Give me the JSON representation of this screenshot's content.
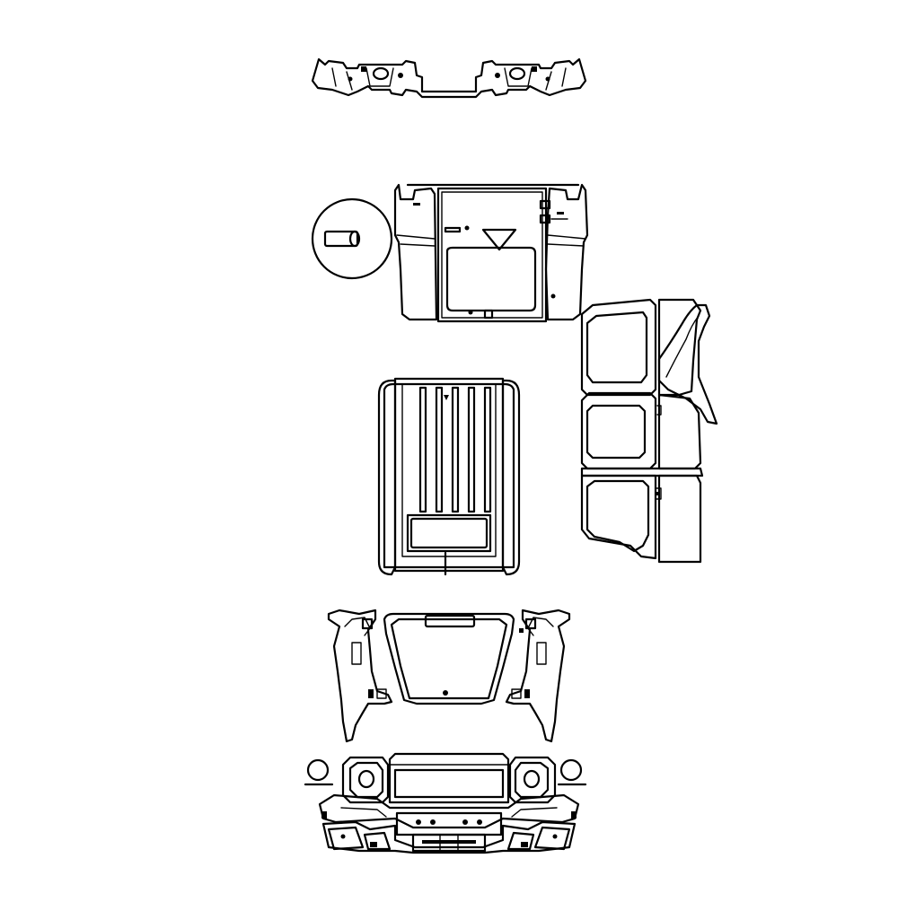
{
  "drawing": {
    "background": "#ffffff",
    "line_color": "#000000",
    "parts": [
      {
        "id": "rear-bumper-panel",
        "icon": "bumper-outline"
      },
      {
        "id": "detail-callout",
        "icon": "magnifier-circle"
      },
      {
        "id": "rear-door-assembly",
        "icon": "door-outline"
      },
      {
        "id": "side-door-panels",
        "icon": "door-outline"
      },
      {
        "id": "roof-panel",
        "icon": "roof-outline"
      },
      {
        "id": "hood-and-fenders",
        "icon": "hood-outline"
      },
      {
        "id": "front-grille-bumper",
        "icon": "grille-outline"
      }
    ]
  }
}
